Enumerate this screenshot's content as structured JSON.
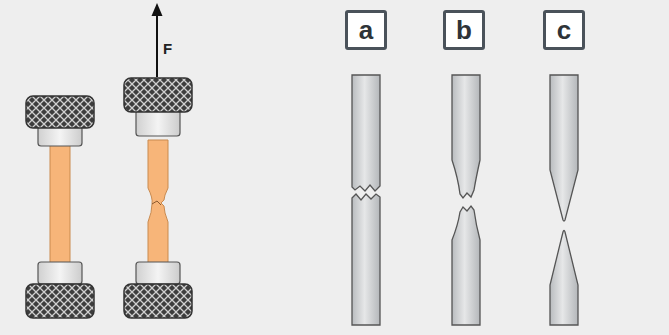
{
  "diagram": {
    "nodes": [
      {
        "text": [
          "a"
        ]
      },
      {
        "text": [
          "b"
        ]
      },
      {
        "text": [
          "c"
        ]
      }
    ],
    "labels": [
      "F"
    ]
  }
}
